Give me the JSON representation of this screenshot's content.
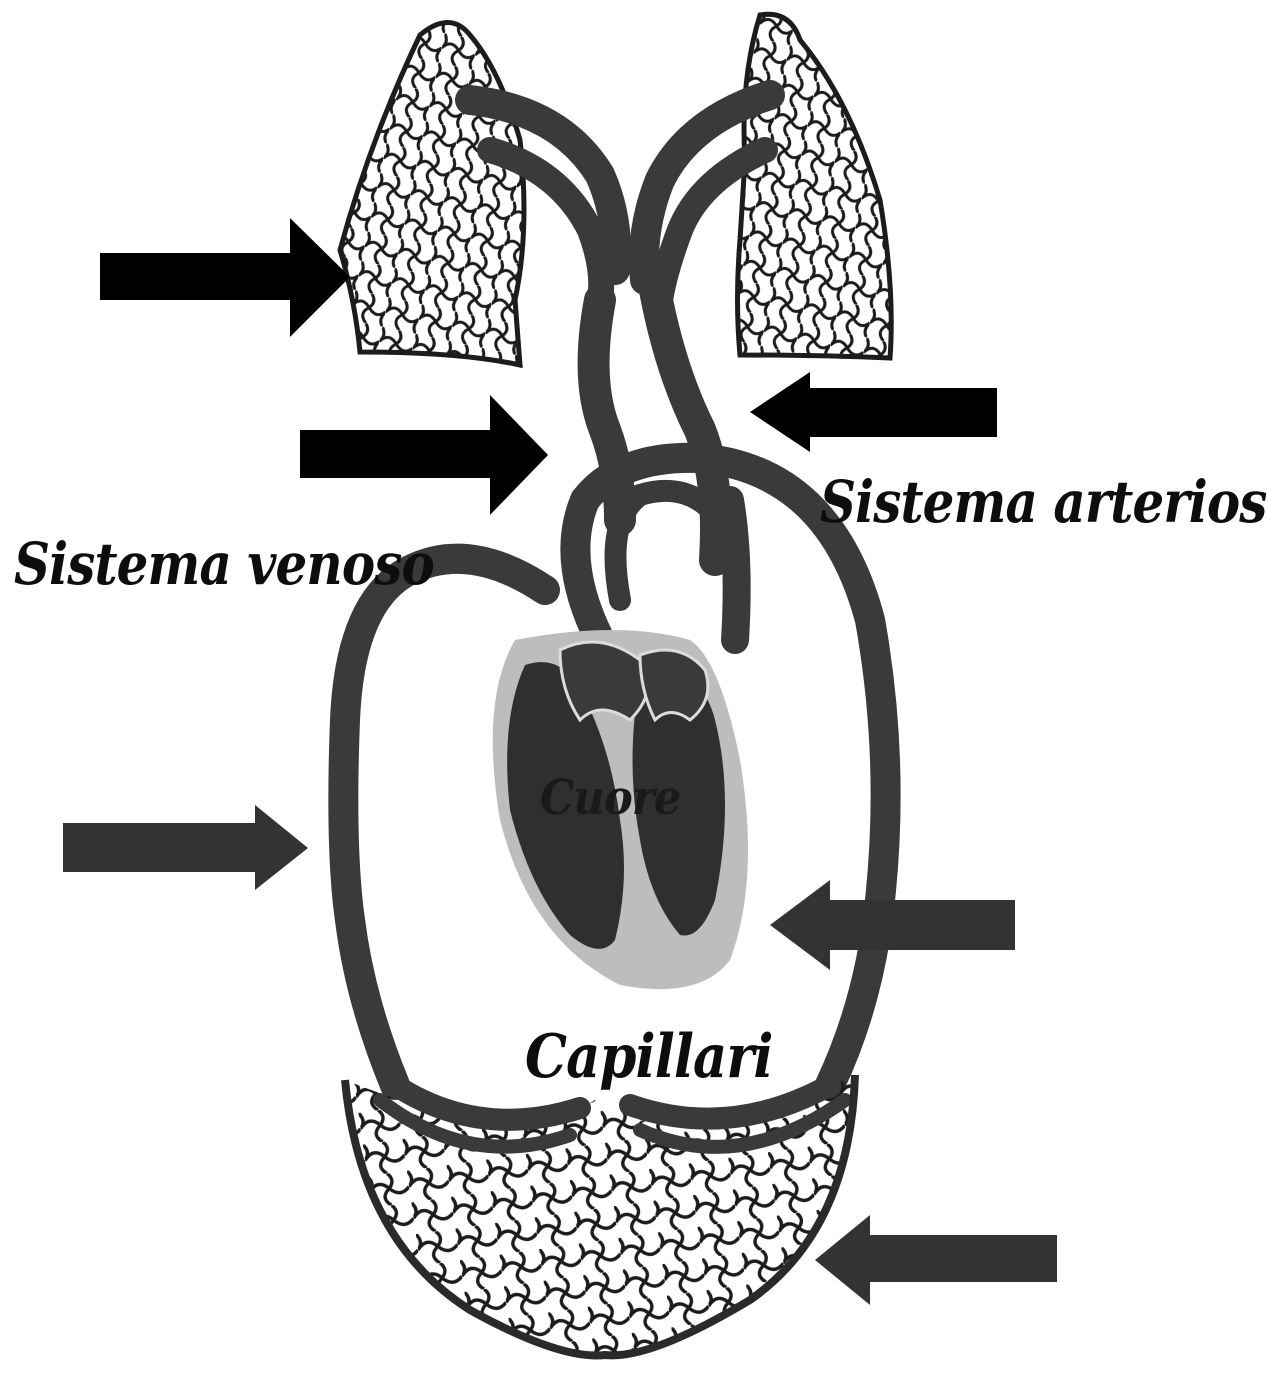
{
  "labels": {
    "arterial": "Sistema arterioso",
    "venous": "Sistema venoso",
    "heart": "Cuore",
    "capillaries": "Capillari"
  },
  "colors": {
    "vessel": "#3a3a3a",
    "network": "#1c1c1c",
    "heart_halo": "#bdbdbd",
    "arrow_black": "#000000",
    "arrow_dark": "#333333",
    "background": "#ffffff"
  }
}
